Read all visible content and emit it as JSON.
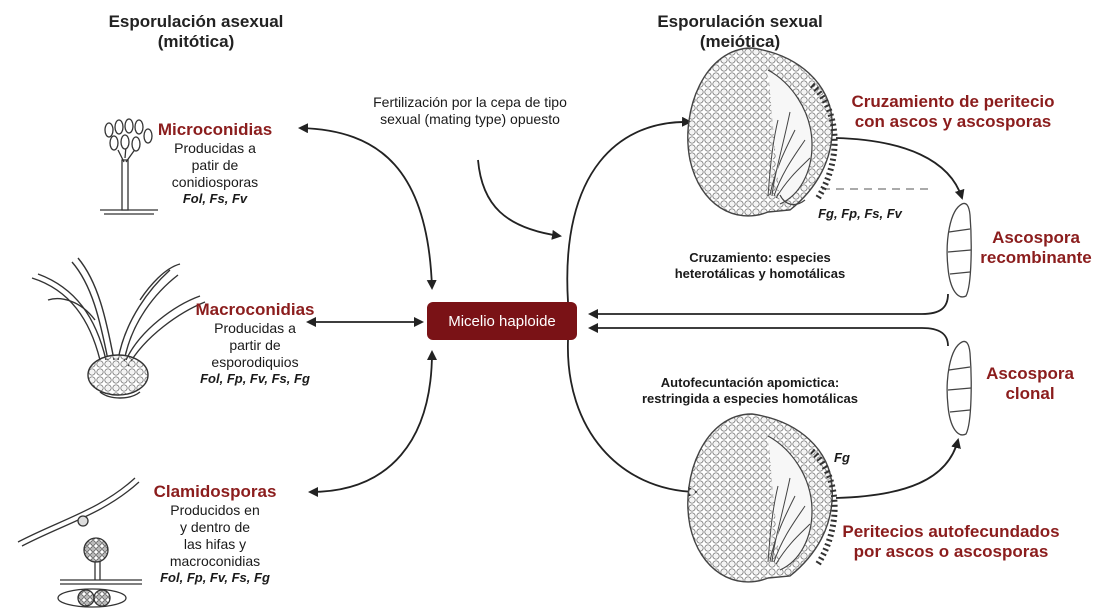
{
  "headings": {
    "asexual_line1": "Esporulación asexual",
    "asexual_line2": "(mitótica)",
    "sexual_line1": "Esporulación sexual",
    "sexual_line2": "(meiótica)"
  },
  "center": {
    "micelio": "Micelio haploide",
    "fertilization_line1": "Fertilización por la cepa de tipo",
    "fertilization_line2": "sexual (mating type) opuesto"
  },
  "asexual": {
    "micro": {
      "title": "Microconidias",
      "line1": "Producidas a",
      "line2": "patir de",
      "line3": "conidiosporas",
      "species": "Fol, Fs, Fv"
    },
    "macro": {
      "title": "Macroconidias",
      "line1": "Producidas a",
      "line2": "partir de",
      "line3": "esporodiquios",
      "species": "Fol, Fp, Fv, Fs, Fg"
    },
    "clami": {
      "title": "Clamidosporas",
      "line1": "Producidos en",
      "line2": "y dentro de",
      "line3": "las hifas y",
      "line4": "macroconidias",
      "species": "Fol, Fp, Fv, Fs, Fg"
    }
  },
  "sexual": {
    "top_title_line1": "Cruzamiento de peritecio",
    "top_title_line2": "con ascos y ascosporas",
    "top_species": "Fg, Fp, Fs, Fv",
    "cross_line1": "Cruzamiento: especies",
    "cross_line2": "heterotálicas y homotálicas",
    "recomb_line1": "Ascospora",
    "recomb_line2": "recombinante",
    "clonal_line1": "Ascospora",
    "clonal_line2": "clonal",
    "auto_line1": "Autofecuntación apomictica:",
    "auto_line2": "restringida a especies homotálicas",
    "bottom_species": "Fg",
    "bottom_title_line1": "Peritecios autofecundados",
    "bottom_title_line2": "por ascos o ascosporas"
  },
  "colors": {
    "accent_red": "#8b1d1d",
    "micelio_box": "#7a1216"
  }
}
